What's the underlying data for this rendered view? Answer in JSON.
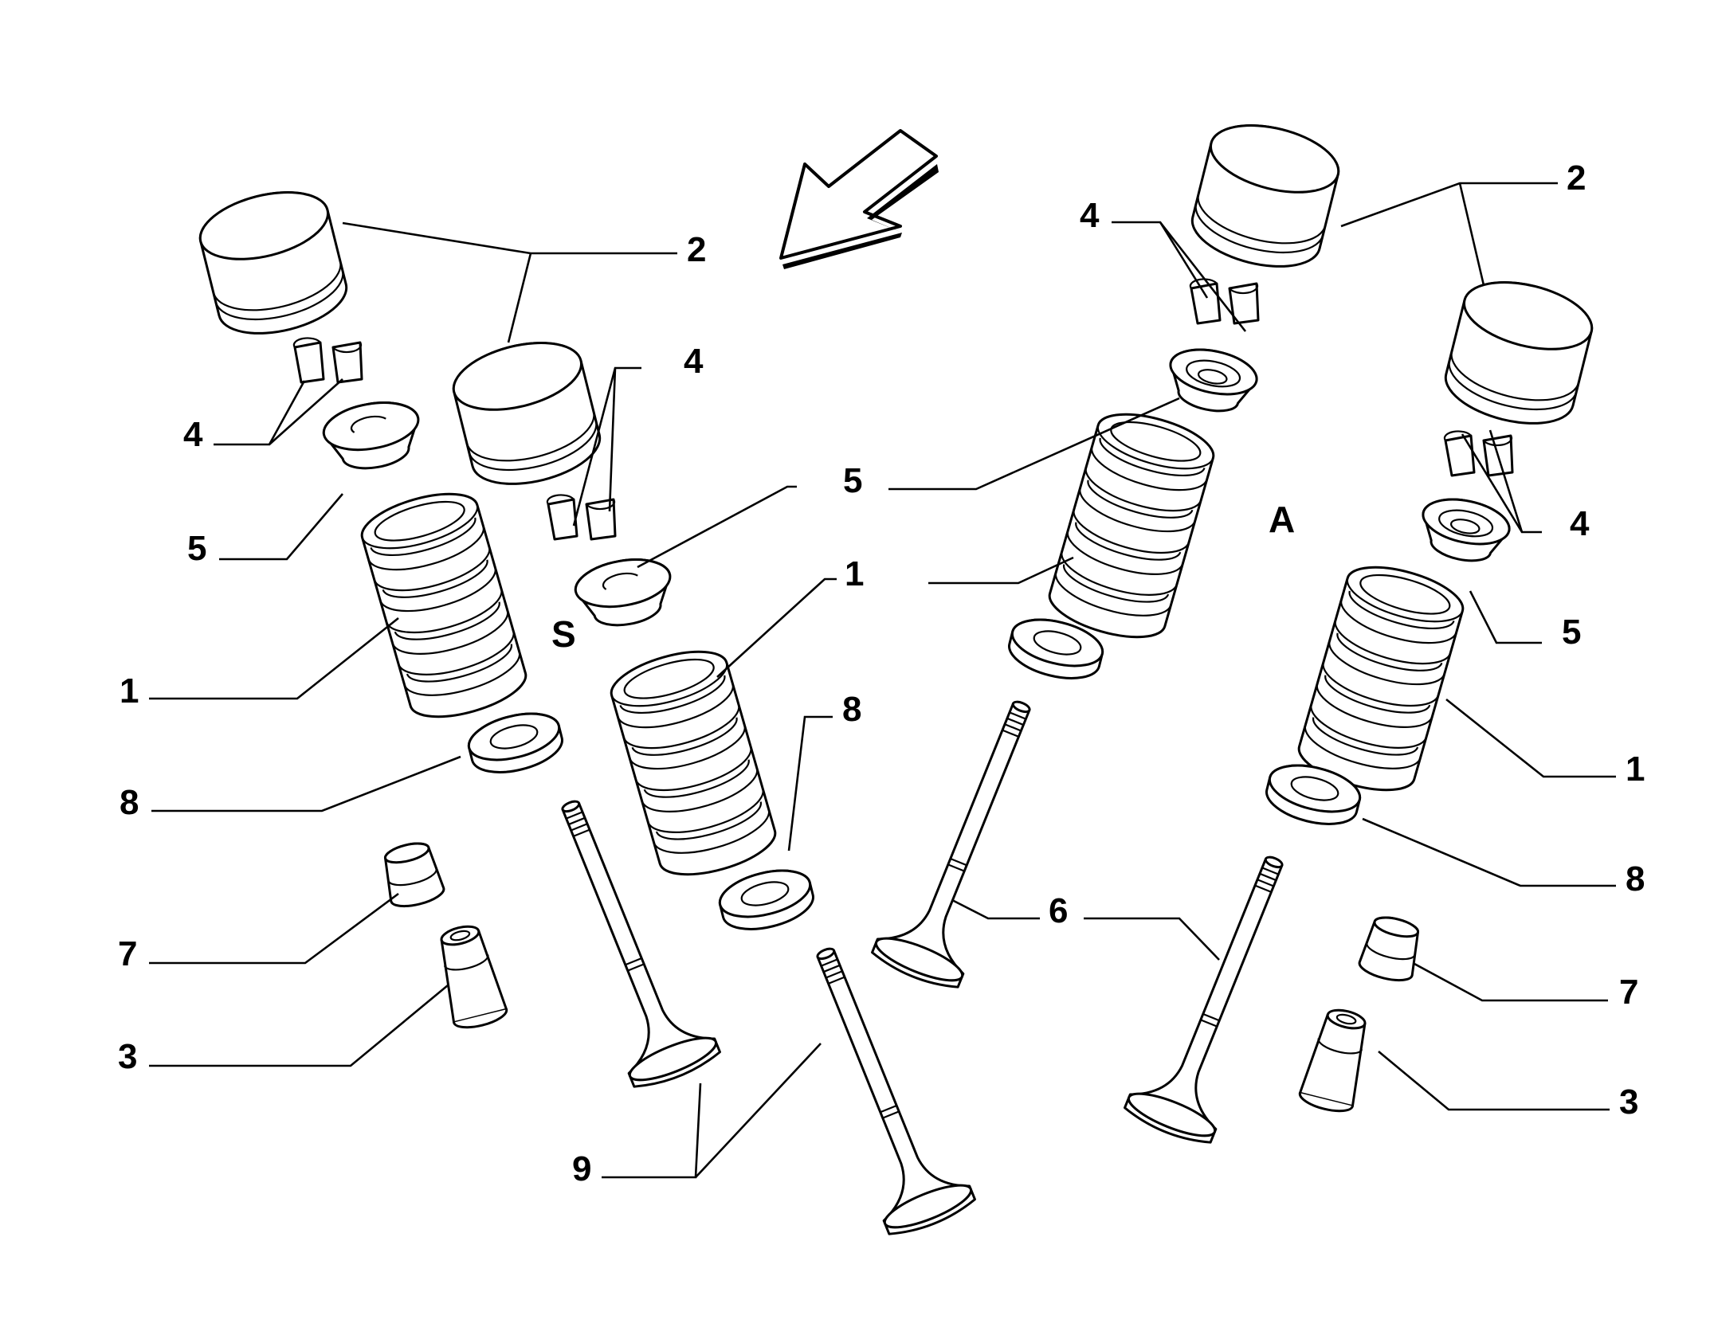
{
  "labels": {
    "n1": "1",
    "n2": "2",
    "n3": "3",
    "n4": "4",
    "n5": "5",
    "n6": "6",
    "n7": "7",
    "n8": "8",
    "n9": "9",
    "side_s": "S",
    "side_a": "A"
  },
  "colors": {
    "line": "#000000",
    "background": "#ffffff"
  }
}
